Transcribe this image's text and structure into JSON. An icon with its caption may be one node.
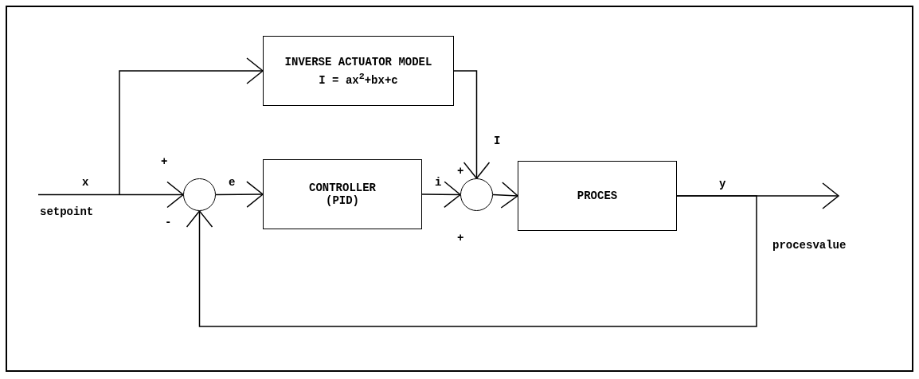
{
  "diagram": {
    "nodes": [
      {
        "text": [
          "INVERSE ACTUATOR MODEL",
          "I = ax$^{2}$+bx+c"
        ]
      },
      {
        "text": [],
        "shape": "circle"
      },
      {
        "text": [
          "CONTROLLER (PID)"
        ]
      },
      {
        "text": [],
        "shape": "circle"
      },
      {
        "text": [
          "PROCES"
        ]
      }
    ],
    "edges": [
      {
        "from": null,
        "to": 1,
        "arrow": "to",
        "label": "x"
      },
      {
        "from": null,
        "to": 0,
        "arrow": "to"
      },
      {
        "from": 1,
        "to": 2,
        "arrow": "to",
        "label": "e"
      },
      {
        "from": 2,
        "to": 3,
        "arrow": "to",
        "label": "i"
      },
      {
        "from": 0,
        "to": 3,
        "arrow": "to",
        "label": "I"
      },
      {
        "from": 3,
        "to": 4,
        "arrow": "to"
      },
      {
        "from": 4,
        "to": null,
        "arrow": "to",
        "label": "y"
      },
      {
        "from": 4,
        "to": 1,
        "arrow": "to"
      }
    ],
    "labels": [
      "+",
      "+",
      "setpoint",
      "-",
      "+",
      "procesvalue"
    ]
  }
}
